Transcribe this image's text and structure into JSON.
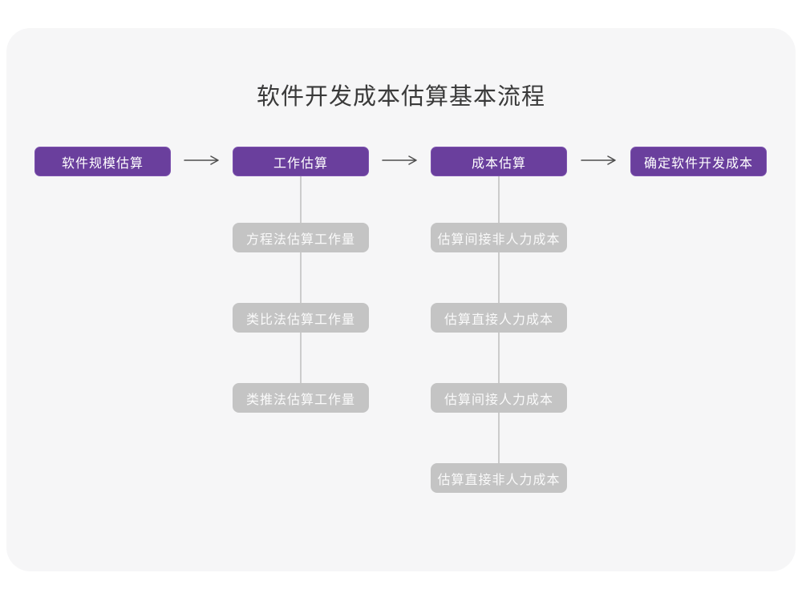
{
  "title": "软件开发成本估算基本流程",
  "colors": {
    "accent_purple": "#6a3f9d",
    "accent_purple_border": "#7c52ae",
    "sub_step_gray": "#c4c4c4",
    "connector_line": "#cccccc",
    "arrow": "#4f4f4f",
    "card_background": "#f6f6f7",
    "page_background": "#ffffff",
    "title_text": "#3a3a3a",
    "box_text": "#ffffff"
  },
  "flow": {
    "main_steps": [
      {
        "label": "软件规模估算"
      },
      {
        "label": "工作估算"
      },
      {
        "label": "成本估算"
      },
      {
        "label": "确定软件开发成本"
      }
    ],
    "work_estimation_methods": [
      "方程法估算工作量",
      "类比法估算工作量",
      "类推法估算工作量"
    ],
    "cost_estimation_items": [
      "估算间接非人力成本",
      "估算直接人力成本",
      "估算间接人力成本",
      "估算直接非人力成本"
    ]
  }
}
